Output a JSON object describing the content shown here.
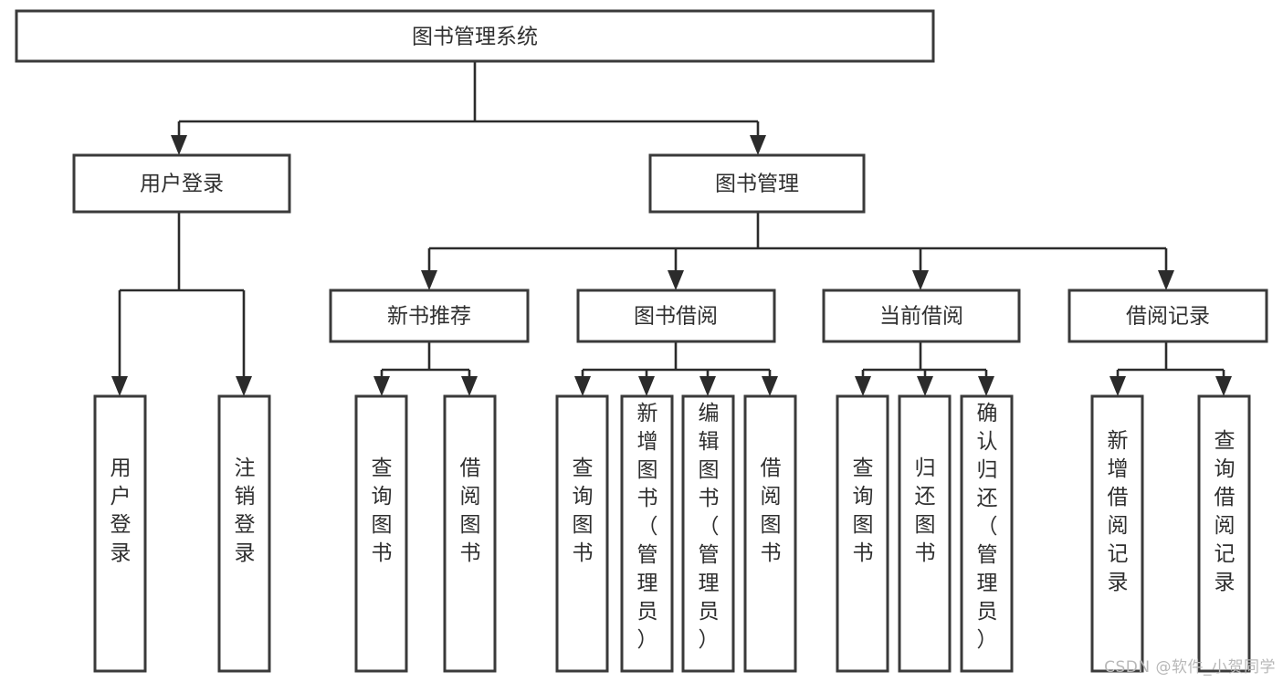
{
  "diagram": {
    "type": "tree-hierarchy",
    "title": "图书管理系统",
    "root": {
      "label": "图书管理系统",
      "id": "root"
    },
    "level2": [
      {
        "id": "user-login",
        "label": "用户登录"
      },
      {
        "id": "book-manage",
        "label": "图书管理"
      }
    ],
    "level3": [
      {
        "id": "new-book-recommend",
        "label": "新书推荐",
        "parent": "book-manage"
      },
      {
        "id": "book-borrow",
        "label": "图书借阅",
        "parent": "book-manage"
      },
      {
        "id": "current-borrow",
        "label": "当前借阅",
        "parent": "book-manage"
      },
      {
        "id": "borrow-record",
        "label": "借阅记录",
        "parent": "book-manage"
      }
    ],
    "leaves": [
      {
        "id": "leaf-user-login",
        "label": "用户登录",
        "parent": "user-login"
      },
      {
        "id": "leaf-logout-login",
        "label": "注销登录",
        "parent": "user-login"
      },
      {
        "id": "leaf-query-book-1",
        "label": "查询图书",
        "parent": "new-book-recommend"
      },
      {
        "id": "leaf-borrow-book-1",
        "label": "借阅图书",
        "parent": "new-book-recommend"
      },
      {
        "id": "leaf-query-book-2",
        "label": "查询图书",
        "parent": "book-borrow"
      },
      {
        "id": "leaf-add-book",
        "label": "新增图书（管理员）",
        "parent": "book-borrow"
      },
      {
        "id": "leaf-edit-book",
        "label": "编辑图书（管理员）",
        "parent": "book-borrow"
      },
      {
        "id": "leaf-borrow-book-2",
        "label": "借阅图书",
        "parent": "book-borrow"
      },
      {
        "id": "leaf-query-book-3",
        "label": "查询图书",
        "parent": "current-borrow"
      },
      {
        "id": "leaf-return-book",
        "label": "归还图书",
        "parent": "current-borrow"
      },
      {
        "id": "leaf-confirm-return",
        "label": "确认归还（管理员）",
        "parent": "current-borrow"
      },
      {
        "id": "leaf-add-record",
        "label": "新增借阅记录",
        "parent": "borrow-record"
      },
      {
        "id": "leaf-query-record",
        "label": "查询借阅记录",
        "parent": "borrow-record"
      }
    ],
    "colors": {
      "box_stroke": "#3a3a3a",
      "connector": "#2b2b2b",
      "text": "#2f2f2f",
      "background": "#ffffff",
      "watermark": "#b8b8b8"
    }
  },
  "watermark": {
    "text": "CSDN @软件_小贺同学"
  }
}
